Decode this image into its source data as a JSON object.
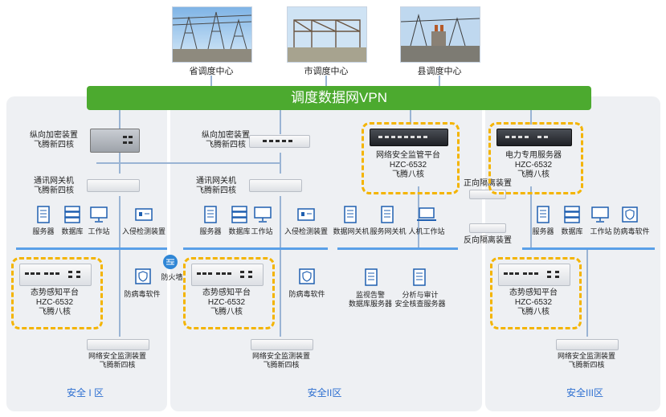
{
  "centers": [
    {
      "label": "省调度中心"
    },
    {
      "label": "市调度中心"
    },
    {
      "label": "县调度中心"
    }
  ],
  "vpn": {
    "label": "调度数据网VPN"
  },
  "zones": {
    "zone1": {
      "label": "安全 I 区",
      "encrypt": "纵向加密装置\n飞腾新四核",
      "gateway": "通讯网关机\n飞腾新四核",
      "server": "服务器",
      "database": "数据库",
      "workstation": "工作站",
      "ids": "入侵检测装置",
      "antivirus": "防病毒软件",
      "firewall": "防火墙",
      "awareness": "态势感知平台\nHZC-6532\n飞腾八核",
      "monitor": "网络安全监测装置\n飞腾新四核"
    },
    "zone2": {
      "label": "安全II区",
      "encrypt": "纵向加密装置\n飞腾新四核",
      "gateway": "通讯网关机\n飞腾新四核",
      "server": "服务器",
      "database": "数据库",
      "workstation": "工作站",
      "ids": "入侵检测装置",
      "antivirus": "防病毒软件",
      "awareness": "态势感知平台\nHZC-6532\n飞腾八核",
      "monitor": "网络安全监测装置\n飞腾新四核"
    },
    "zone3": {
      "mgmt": "网络安全监管平台\nHZC-6532\n飞腾八核",
      "db_gateway": "数据网关机",
      "svc_gateway": "服务网关机",
      "hmi": "人机工作站",
      "alarm": "监视告警\n数据库服务器",
      "audit": "分析与审计\n安全核查服务器",
      "fwd_isolation": "正向隔离装置",
      "rev_isolation": "反向隔离装置"
    },
    "zone4": {
      "label": "安全III区",
      "power_server": "电力专用服务器\nHZC-6532\n飞腾八核",
      "server": "服务器",
      "database": "数据库",
      "workstation": "工作站",
      "antivirus": "防病毒软件",
      "awareness": "态势感知平台\nHZC-6532\n飞腾八核",
      "monitor": "网络安全监测装置\n飞腾新四核"
    }
  },
  "colors": {
    "vpn_green": "#4caa2f",
    "highlight_yellow": "#f4b400",
    "zone_bg": "#eef0f3",
    "zone_label_blue": "#2d6fd1",
    "network_blue": "#5aa0e8",
    "icon_blue": "#1f5fb0"
  }
}
